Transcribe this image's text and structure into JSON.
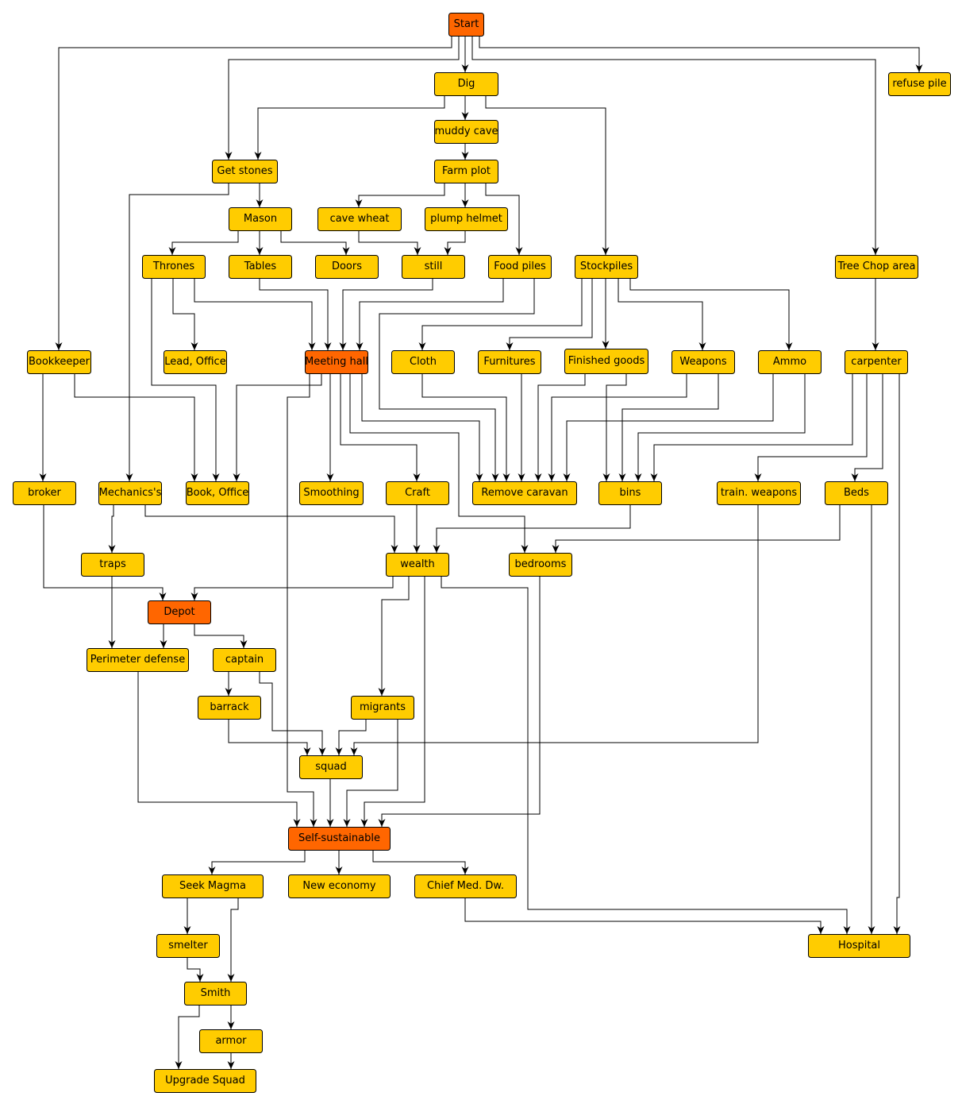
{
  "colors": {
    "milestone": "#ff6600",
    "task": "#ffcc00",
    "edge": "#000000",
    "background": "#ffffff"
  },
  "nodes": {
    "start": "Start",
    "dig": "Dig",
    "refuse": "refuse pile",
    "muddy": "muddy cave",
    "getstones": "Get stones",
    "farm": "Farm plot",
    "mason": "Mason",
    "cavewheat": "cave wheat",
    "plump": "plump helmet",
    "thrones": "Thrones",
    "tables": "Tables",
    "doors": "Doors",
    "still": "still",
    "foodpiles": "Food piles",
    "stockpiles": "Stockpiles",
    "treechop": "Tree Chop area",
    "bookkeeper": "Bookkeeper",
    "lead": "Lead, Office",
    "meeting": "Meeting hall",
    "cloth": "Cloth",
    "furnitures": "Furnitures",
    "finished": "Finished goods",
    "weapons": "Weapons",
    "ammo": "Ammo",
    "carpenter": "carpenter",
    "broker": "broker",
    "mechanics": "Mechanics's",
    "book": "Book, Office",
    "smoothing": "Smoothing",
    "craft": "Craft",
    "removecaravan": "Remove caravan",
    "bins": "bins",
    "train": "train. weapons",
    "beds": "Beds",
    "traps": "traps",
    "wealth": "wealth",
    "bedrooms": "bedrooms",
    "depot": "Depot",
    "perimeter": "Perimeter defense",
    "captain": "captain",
    "barrack": "barrack",
    "migrants": "migrants",
    "squad": "squad",
    "selfsust": "Self-sustainable",
    "seekmagma": "Seek Magma",
    "neweconomy": "New economy",
    "chiefmed": "Chief Med. Dw.",
    "smelter": "smelter",
    "hospital": "Hospital",
    "smith": "Smith",
    "armor": "armor",
    "upgrade": "Upgrade Squad"
  },
  "node_kinds": {
    "start": "milestone",
    "meeting": "milestone",
    "depot": "milestone",
    "selfsust": "milestone"
  },
  "edges": [
    [
      "start",
      "dig"
    ],
    [
      "start",
      "getstones"
    ],
    [
      "start",
      "bookkeeper"
    ],
    [
      "start",
      "refuse"
    ],
    [
      "start",
      "treechop"
    ],
    [
      "dig",
      "muddy"
    ],
    [
      "dig",
      "getstones"
    ],
    [
      "dig",
      "stockpiles"
    ],
    [
      "muddy",
      "farm"
    ],
    [
      "farm",
      "cavewheat"
    ],
    [
      "farm",
      "plump"
    ],
    [
      "farm",
      "foodpiles"
    ],
    [
      "getstones",
      "mason"
    ],
    [
      "getstones",
      "mechanics"
    ],
    [
      "mason",
      "thrones"
    ],
    [
      "mason",
      "tables"
    ],
    [
      "mason",
      "doors"
    ],
    [
      "cavewheat",
      "still"
    ],
    [
      "plump",
      "still"
    ],
    [
      "thrones",
      "lead"
    ],
    [
      "thrones",
      "meeting"
    ],
    [
      "thrones",
      "book"
    ],
    [
      "tables",
      "meeting"
    ],
    [
      "still",
      "meeting"
    ],
    [
      "foodpiles",
      "meeting"
    ],
    [
      "foodpiles",
      "removecaravan"
    ],
    [
      "stockpiles",
      "cloth"
    ],
    [
      "stockpiles",
      "furnitures"
    ],
    [
      "stockpiles",
      "finished"
    ],
    [
      "stockpiles",
      "weapons"
    ],
    [
      "stockpiles",
      "ammo"
    ],
    [
      "treechop",
      "carpenter"
    ],
    [
      "bookkeeper",
      "broker"
    ],
    [
      "bookkeeper",
      "book"
    ],
    [
      "meeting",
      "book"
    ],
    [
      "meeting",
      "smoothing"
    ],
    [
      "meeting",
      "craft"
    ],
    [
      "meeting",
      "removecaravan"
    ],
    [
      "meeting",
      "bedrooms"
    ],
    [
      "meeting",
      "selfsust"
    ],
    [
      "cloth",
      "removecaravan"
    ],
    [
      "furnitures",
      "removecaravan"
    ],
    [
      "finished",
      "removecaravan"
    ],
    [
      "finished",
      "bins"
    ],
    [
      "weapons",
      "removecaravan"
    ],
    [
      "weapons",
      "bins"
    ],
    [
      "ammo",
      "removecaravan"
    ],
    [
      "ammo",
      "bins"
    ],
    [
      "carpenter",
      "bins"
    ],
    [
      "carpenter",
      "train"
    ],
    [
      "carpenter",
      "beds"
    ],
    [
      "carpenter",
      "hospital"
    ],
    [
      "mechanics",
      "traps"
    ],
    [
      "mechanics",
      "wealth"
    ],
    [
      "craft",
      "wealth"
    ],
    [
      "bins",
      "wealth"
    ],
    [
      "beds",
      "bedrooms"
    ],
    [
      "beds",
      "hospital"
    ],
    [
      "broker",
      "depot"
    ],
    [
      "wealth",
      "depot"
    ],
    [
      "wealth",
      "migrants"
    ],
    [
      "wealth",
      "selfsust"
    ],
    [
      "wealth",
      "hospital"
    ],
    [
      "bedrooms",
      "selfsust"
    ],
    [
      "traps",
      "perimeter"
    ],
    [
      "depot",
      "perimeter"
    ],
    [
      "depot",
      "captain"
    ],
    [
      "captain",
      "barrack"
    ],
    [
      "captain",
      "squad"
    ],
    [
      "barrack",
      "squad"
    ],
    [
      "migrants",
      "squad"
    ],
    [
      "migrants",
      "selfsust"
    ],
    [
      "train",
      "squad"
    ],
    [
      "perimeter",
      "selfsust"
    ],
    [
      "squad",
      "selfsust"
    ],
    [
      "selfsust",
      "seekmagma"
    ],
    [
      "selfsust",
      "neweconomy"
    ],
    [
      "selfsust",
      "chiefmed"
    ],
    [
      "chiefmed",
      "hospital"
    ],
    [
      "seekmagma",
      "smelter"
    ],
    [
      "seekmagma",
      "smith"
    ],
    [
      "smelter",
      "smith"
    ],
    [
      "smith",
      "armor"
    ],
    [
      "smith",
      "upgrade"
    ],
    [
      "armor",
      "upgrade"
    ]
  ]
}
